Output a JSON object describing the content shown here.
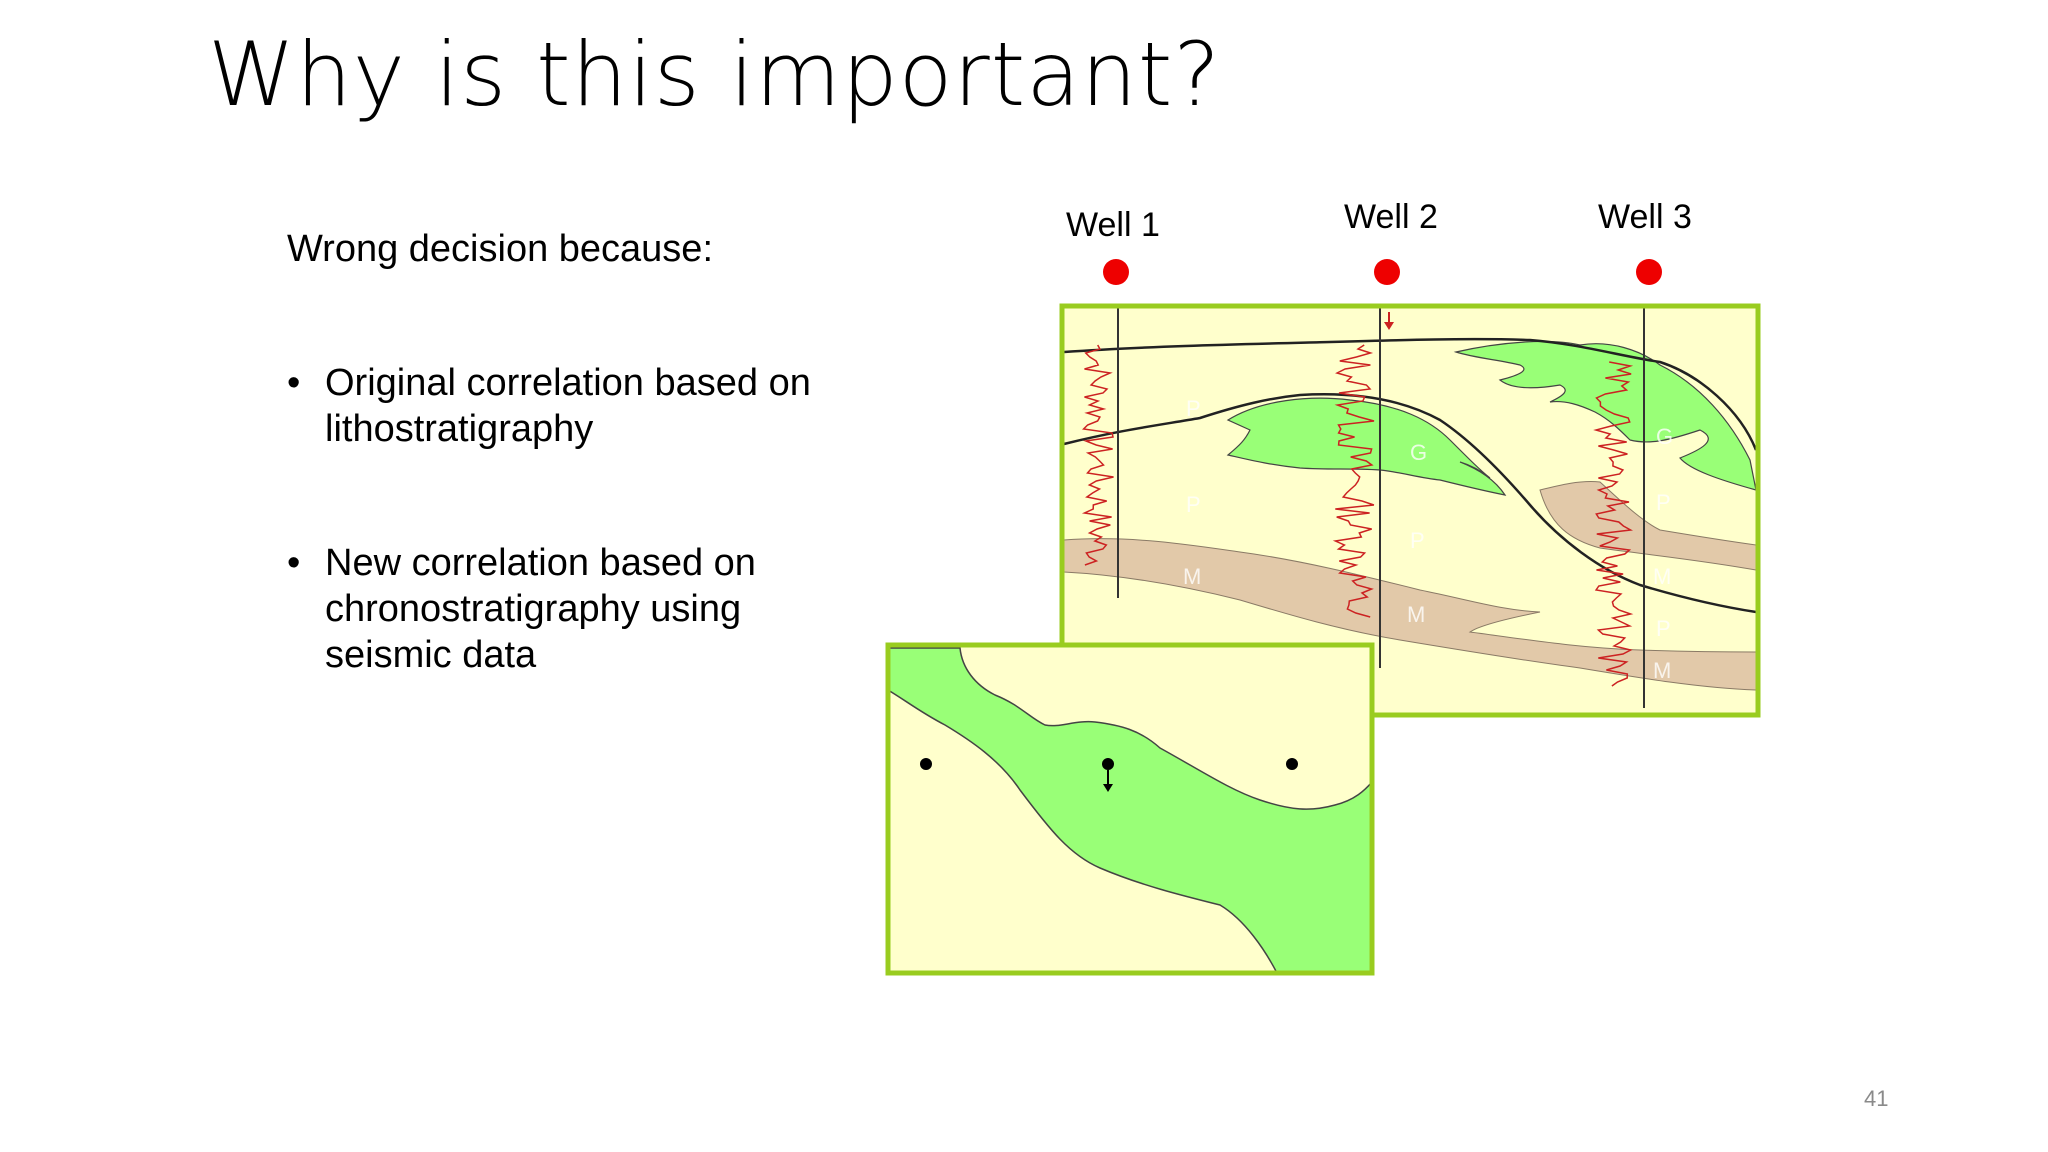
{
  "slide": {
    "title": "Why is this important?",
    "intro": "Wrong decision because:",
    "bullets": [
      "Original correlation based on lithostratigraphy",
      "New correlation based on chronostratigraphy using seismic data"
    ],
    "bullet_glyph": "•",
    "page_number": "41"
  },
  "figure": {
    "wells": [
      "Well 1",
      "Well 2",
      "Well 3"
    ],
    "facies_labels": {
      "P": "P",
      "G": "G",
      "M": "M"
    },
    "colors": {
      "frame": "#99cc1f",
      "background": "#ffffcc",
      "green_facies": "#99ff77",
      "tan_facies": "#e2c9a9",
      "well_dot": "#ee0000",
      "log_trace": "#cc2222"
    }
  }
}
